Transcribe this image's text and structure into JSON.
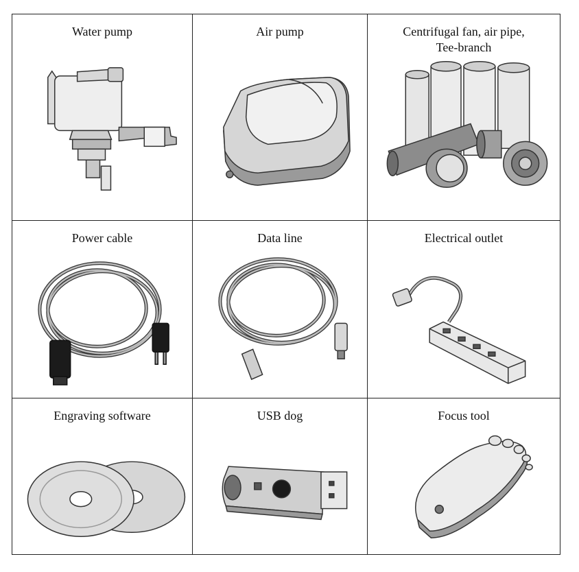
{
  "items": [
    {
      "label": "Water pump",
      "icon": "water-pump-icon"
    },
    {
      "label": "Air pump",
      "icon": "air-pump-icon"
    },
    {
      "label": "Centrifugal fan, air pipe,\nTee-branch",
      "icon": "centrifugal-fan-icon"
    },
    {
      "label": "Power cable",
      "icon": "power-cable-icon"
    },
    {
      "label": "Data line",
      "icon": "data-line-icon"
    },
    {
      "label": "Electrical outlet",
      "icon": "electrical-outlet-icon"
    },
    {
      "label": "Engraving software",
      "icon": "engraving-software-disc-icon"
    },
    {
      "label": "USB dog",
      "icon": "usb-dog-icon"
    },
    {
      "label": "Focus tool",
      "icon": "focus-tool-icon"
    }
  ]
}
